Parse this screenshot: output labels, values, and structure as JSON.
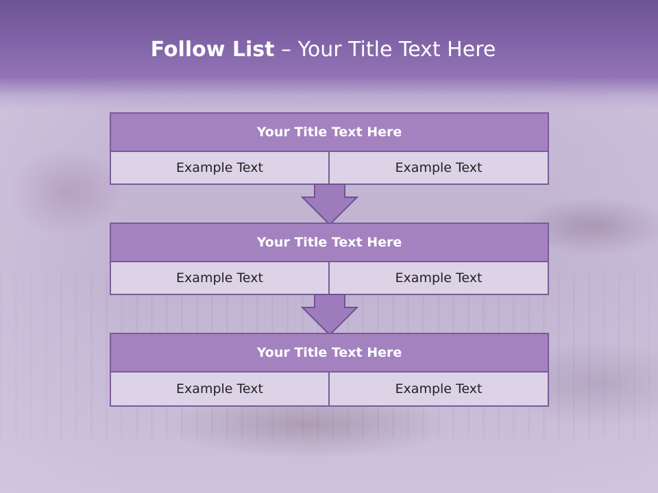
{
  "header": {
    "title_bold": "Follow List",
    "title_separator": " – ",
    "title_rest": "Your Title Text Here"
  },
  "blocks": [
    {
      "title": "Your Title Text Here",
      "left_text": "Example Text",
      "right_text": "Example Text"
    },
    {
      "title": "Your Title Text Here",
      "left_text": "Example Text",
      "right_text": "Example Text"
    },
    {
      "title": "Your Title Text Here",
      "left_text": "Example Text",
      "right_text": "Example Text"
    }
  ],
  "colors": {
    "header": "#7f62a6",
    "block_title_fill": "#a482c0",
    "block_cell_fill": "#dcd3e7",
    "border": "#7a5a9a",
    "arrow_fill": "#9c7cbd"
  },
  "icons": [
    "arrow-down-icon",
    "arrow-down-icon"
  ]
}
